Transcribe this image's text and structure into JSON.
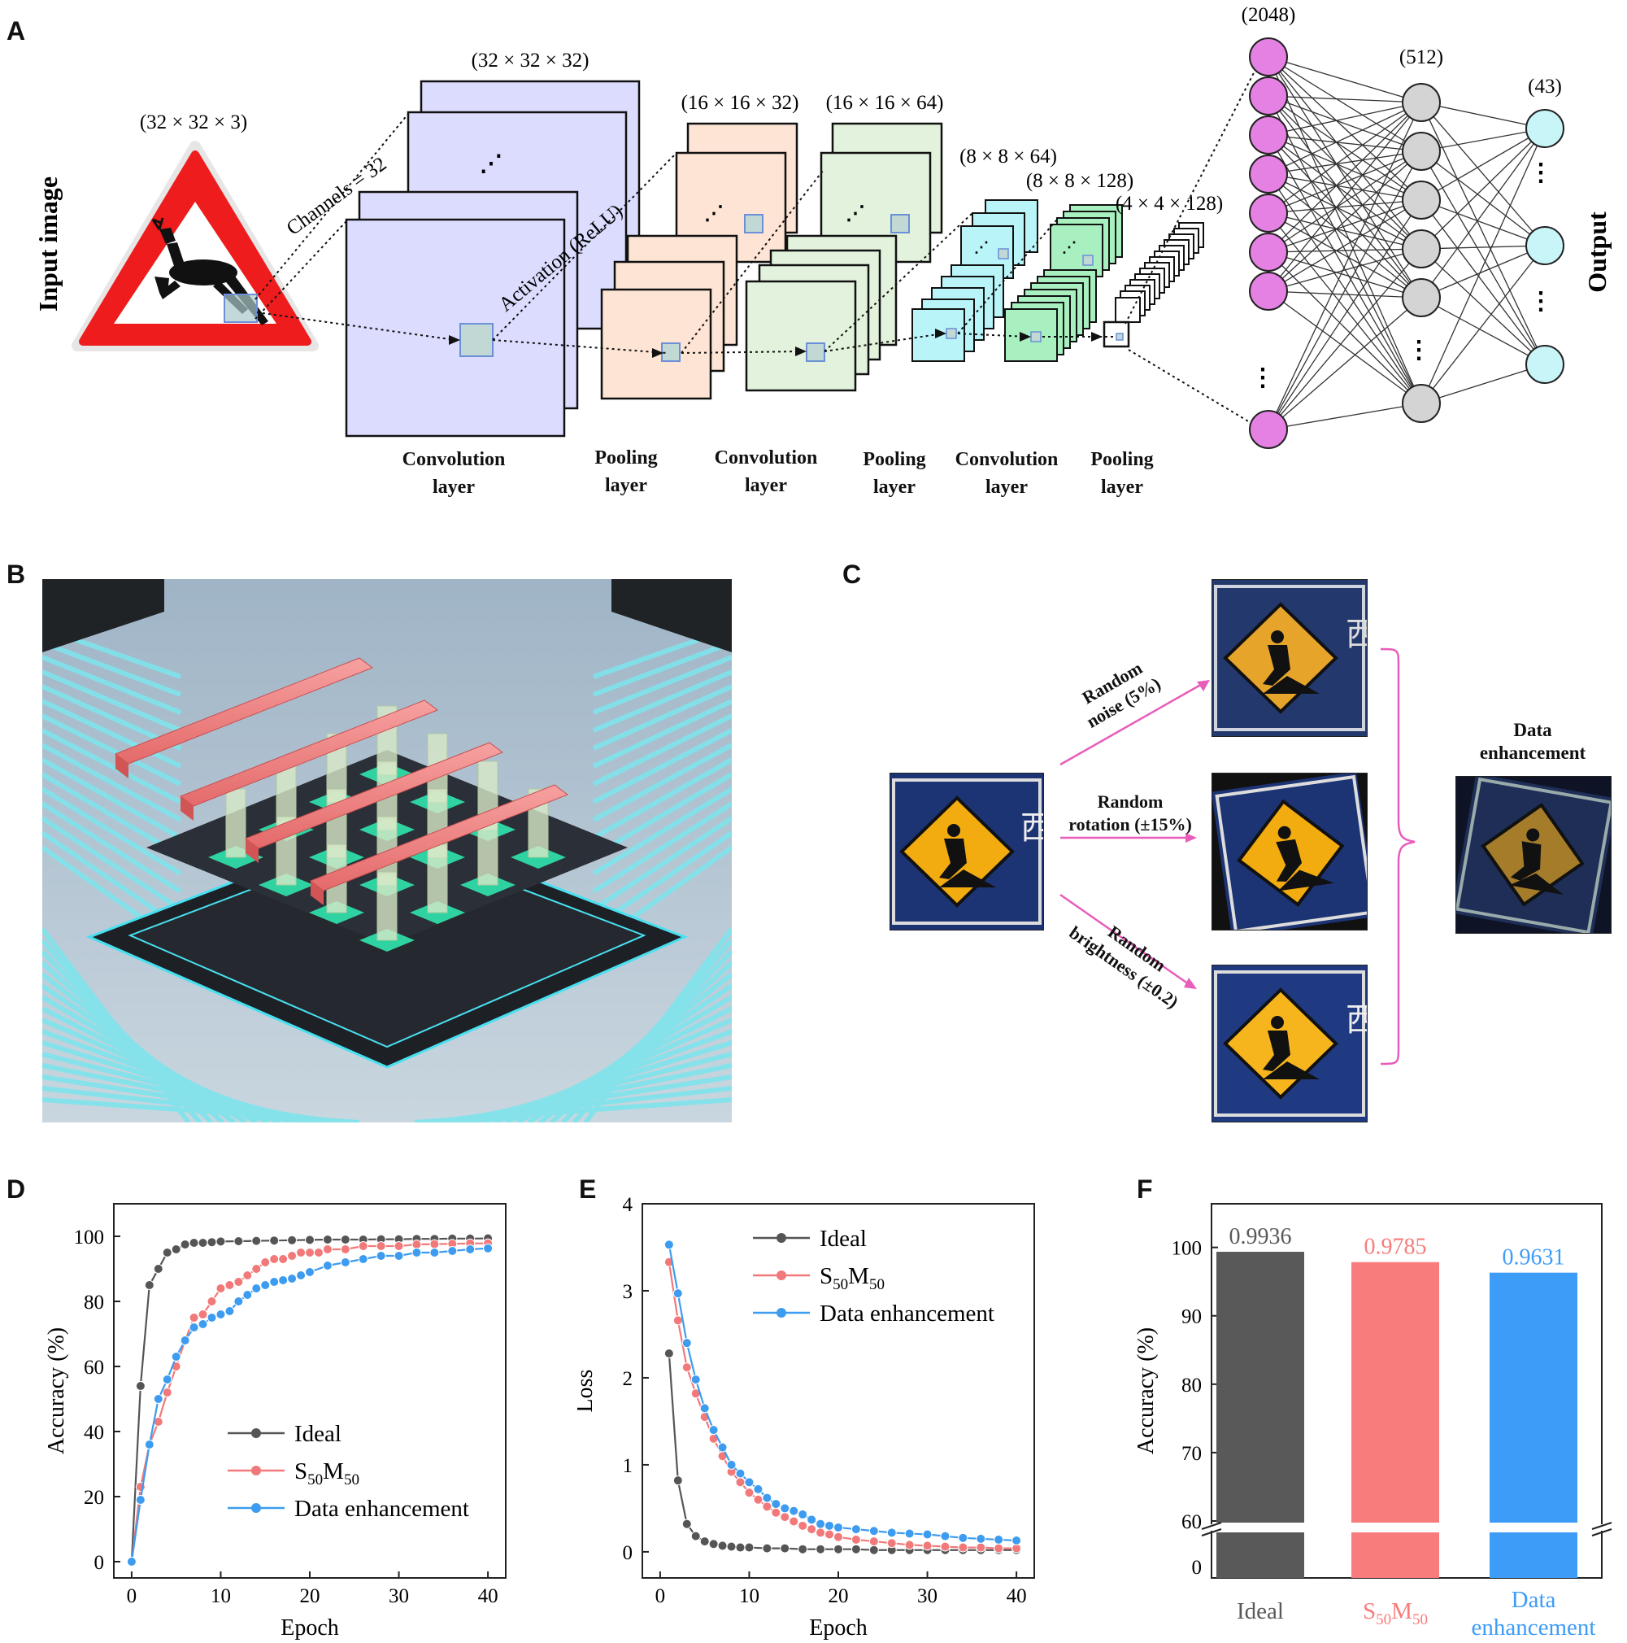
{
  "panels": {
    "a": "A",
    "b": "B",
    "c": "C",
    "d": "D",
    "e": "E",
    "f": "F"
  },
  "panel_a": {
    "input_label": "Input image",
    "output_label": "Output",
    "input_dim": "(32 × 32 × 3)",
    "channels_label": "Channels = 32",
    "activation_label": "Activation (ReLU)",
    "dims": [
      "(32 × 32 × 32)",
      "(16 × 16 × 32)",
      "(16 × 16 × 64)",
      "(8 × 8 × 64)",
      "(8 × 8 × 128)",
      "(4 × 4 × 128)"
    ],
    "fc_dims": [
      "(2048)",
      "(512)",
      "(43)"
    ],
    "layer_labels": [
      {
        "line1": "Convolution",
        "line2": "layer"
      },
      {
        "line1": "Pooling",
        "line2": "layer"
      },
      {
        "line1": "Convolution",
        "line2": "layer"
      },
      {
        "line1": "Pooling",
        "line2": "layer"
      },
      {
        "line1": "Convolution",
        "line2": "layer"
      },
      {
        "line1": "Pooling",
        "line2": "layer"
      }
    ],
    "colors": {
      "conv1": "#dcdcff",
      "pool1": "#fde4d4",
      "conv2": "#e2f2dc",
      "pool2_a": "#b8f4f8",
      "pool2_b": "#a8f0c0",
      "fc1": "#e681e4",
      "fc2": "#d4d4d4",
      "fc3": "#c8f6f8"
    }
  },
  "panel_c": {
    "aug1": {
      "line1": "Random",
      "line2": "noise (5%)"
    },
    "aug2": {
      "line1": "Random",
      "line2": "rotation (±15%)"
    },
    "aug3": {
      "line1": "Random",
      "line2": "brightness (±0.2)"
    },
    "result": {
      "line1": "Data",
      "line2": "enhancement"
    }
  },
  "chart_data": [
    {
      "id": "D",
      "type": "line",
      "xlabel": "Epoch",
      "ylabel": "Accuracy (%)",
      "xlim": [
        -2,
        42
      ],
      "ylim": [
        -5,
        110
      ],
      "xticks": [
        0,
        10,
        20,
        30,
        40
      ],
      "yticks": [
        0,
        20,
        40,
        60,
        80,
        100
      ],
      "legend_position": "lower-right",
      "series": [
        {
          "name": "Ideal",
          "color": "#555555",
          "x": [
            0,
            1,
            2,
            3,
            4,
            5,
            6,
            7,
            8,
            9,
            10,
            12,
            14,
            16,
            18,
            20,
            22,
            24,
            26,
            28,
            30,
            32,
            34,
            36,
            38,
            40
          ],
          "y": [
            0,
            54,
            85,
            90,
            95,
            96,
            97.5,
            98,
            98,
            98.2,
            98.4,
            98.5,
            98.6,
            98.7,
            98.8,
            98.9,
            99,
            99,
            99,
            99.1,
            99.1,
            99.2,
            99.2,
            99.3,
            99.3,
            99.36
          ]
        },
        {
          "name": "S50M50",
          "label_base": "S",
          "label_sub1": "50",
          "label_mid": "M",
          "label_sub2": "50",
          "color": "#f27979",
          "x": [
            0,
            1,
            2,
            3,
            4,
            5,
            6,
            7,
            8,
            9,
            10,
            11,
            12,
            13,
            14,
            15,
            16,
            17,
            18,
            19,
            20,
            21,
            22,
            24,
            26,
            28,
            30,
            32,
            34,
            36,
            38,
            40
          ],
          "y": [
            0,
            23,
            36,
            43,
            52,
            60,
            68,
            75,
            76,
            80,
            84,
            85,
            86,
            88,
            90,
            92,
            93,
            93,
            94,
            95,
            95,
            95,
            96,
            96,
            97,
            97,
            97,
            97.5,
            97.6,
            97.7,
            97.8,
            97.85
          ]
        },
        {
          "name": "Data enhancement",
          "color": "#3d9cf0",
          "x": [
            0,
            1,
            2,
            3,
            4,
            5,
            6,
            7,
            8,
            9,
            10,
            11,
            12,
            13,
            14,
            15,
            16,
            17,
            18,
            19,
            20,
            22,
            24,
            26,
            28,
            30,
            32,
            34,
            36,
            38,
            40
          ],
          "y": [
            0,
            19,
            36,
            50,
            56,
            63,
            68,
            72,
            73,
            75,
            76,
            77,
            80,
            82,
            84,
            85,
            86,
            86.5,
            87,
            88,
            89,
            91,
            92,
            93,
            94,
            94,
            95,
            95,
            95.5,
            96,
            96.3
          ]
        }
      ]
    },
    {
      "id": "E",
      "type": "line",
      "xlabel": "Epoch",
      "ylabel": "Loss",
      "xlim": [
        -2,
        42
      ],
      "ylim": [
        -0.3,
        4
      ],
      "xticks": [
        0,
        10,
        20,
        30,
        40
      ],
      "yticks": [
        0,
        1,
        2,
        3,
        4
      ],
      "legend_position": "upper-right",
      "series": [
        {
          "name": "Ideal",
          "color": "#555555",
          "x": [
            1,
            2,
            3,
            4,
            5,
            6,
            7,
            8,
            9,
            10,
            12,
            14,
            16,
            18,
            20,
            22,
            24,
            26,
            28,
            30,
            32,
            34,
            36,
            38,
            40
          ],
          "y": [
            2.28,
            0.82,
            0.32,
            0.18,
            0.12,
            0.09,
            0.07,
            0.06,
            0.05,
            0.05,
            0.04,
            0.04,
            0.03,
            0.03,
            0.03,
            0.03,
            0.02,
            0.02,
            0.02,
            0.02,
            0.02,
            0.02,
            0.02,
            0.02,
            0.02
          ]
        },
        {
          "name": "S50M50",
          "label_base": "S",
          "label_sub1": "50",
          "label_mid": "M",
          "label_sub2": "50",
          "color": "#f27979",
          "x": [
            1,
            2,
            3,
            4,
            5,
            6,
            7,
            8,
            9,
            10,
            11,
            12,
            13,
            14,
            15,
            16,
            17,
            18,
            19,
            20,
            22,
            24,
            26,
            28,
            30,
            32,
            34,
            36,
            38,
            40
          ],
          "y": [
            3.33,
            2.66,
            2.12,
            1.82,
            1.55,
            1.3,
            1.1,
            0.92,
            0.8,
            0.68,
            0.6,
            0.52,
            0.45,
            0.4,
            0.35,
            0.3,
            0.26,
            0.22,
            0.2,
            0.17,
            0.14,
            0.12,
            0.1,
            0.08,
            0.07,
            0.06,
            0.05,
            0.05,
            0.04,
            0.04
          ]
        },
        {
          "name": "Data enhancement",
          "color": "#3d9cf0",
          "x": [
            1,
            2,
            3,
            4,
            5,
            6,
            7,
            8,
            9,
            10,
            11,
            12,
            13,
            14,
            15,
            16,
            17,
            18,
            19,
            20,
            22,
            24,
            26,
            28,
            30,
            32,
            34,
            36,
            38,
            40
          ],
          "y": [
            3.53,
            2.97,
            2.4,
            1.98,
            1.65,
            1.4,
            1.2,
            1.0,
            0.9,
            0.8,
            0.72,
            0.62,
            0.55,
            0.5,
            0.47,
            0.43,
            0.37,
            0.32,
            0.3,
            0.28,
            0.26,
            0.24,
            0.22,
            0.21,
            0.2,
            0.18,
            0.16,
            0.15,
            0.14,
            0.13
          ]
        }
      ]
    },
    {
      "id": "F",
      "type": "bar",
      "ylabel": "Accuracy (%)",
      "categories": [
        "Ideal",
        "S50M50",
        "Data enhancement"
      ],
      "category_labels": [
        {
          "line1": "Ideal",
          "line2": ""
        },
        {
          "base": "S",
          "sub1": "50",
          "mid": "M",
          "sub2": "50"
        },
        {
          "line1": "Data",
          "line2": "enhancement"
        }
      ],
      "values": [
        99.36,
        97.85,
        96.31
      ],
      "value_labels": [
        "0.9936",
        "0.9785",
        "0.9631"
      ],
      "colors": [
        "#595959",
        "#f87c7c",
        "#3d9cf8"
      ],
      "yticks_upper": [
        60,
        70,
        80,
        90,
        100
      ],
      "yticks_lower": [
        0
      ],
      "axis_break": [
        0,
        60
      ]
    }
  ]
}
